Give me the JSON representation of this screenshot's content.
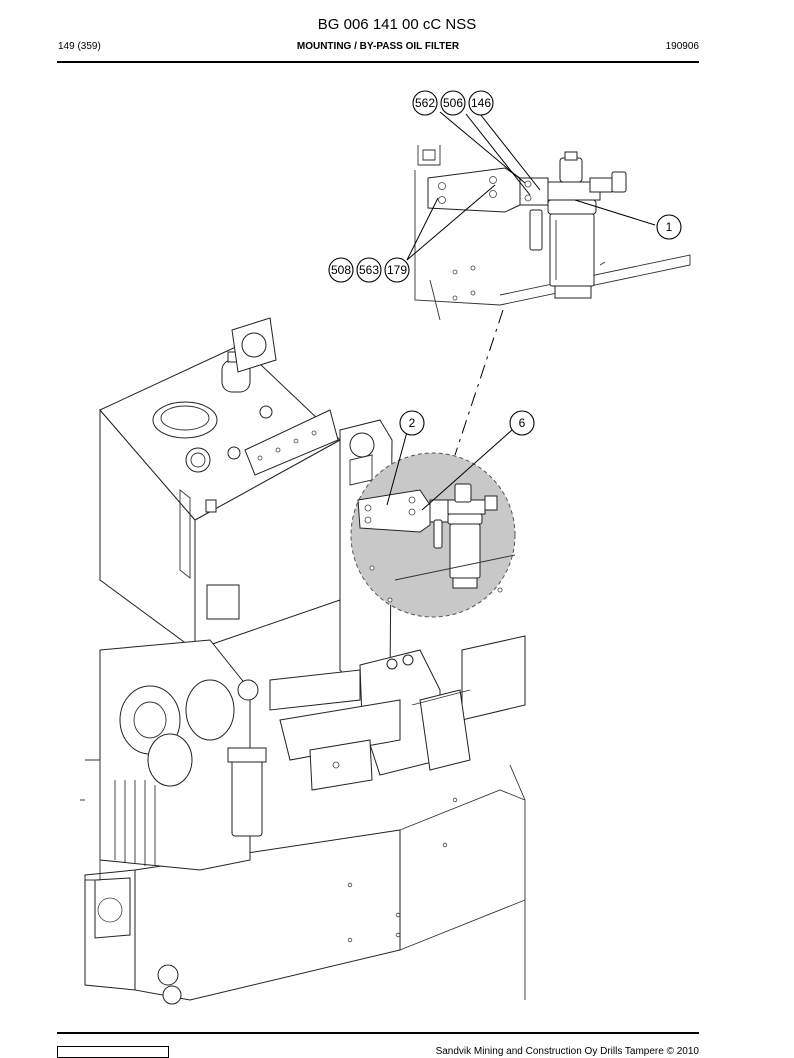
{
  "header": {
    "doc_title": "BG 006 141 00 cC NSS",
    "page_ref": "149 (359)",
    "section_title": "MOUNTING / BY-PASS OIL FILTER",
    "date_code": "190906"
  },
  "callouts": {
    "c562": "562",
    "c506": "506",
    "c146": "146",
    "c508": "508",
    "c563": "563",
    "c179": "179",
    "c1": "1",
    "c2": "2",
    "c6": "6"
  },
  "footer": {
    "copyright": "Sandvik Mining and Construction Oy Drills Tampere © 2010"
  },
  "colors": {
    "detail_highlight": "#c8c8c8",
    "line": "#000000"
  }
}
